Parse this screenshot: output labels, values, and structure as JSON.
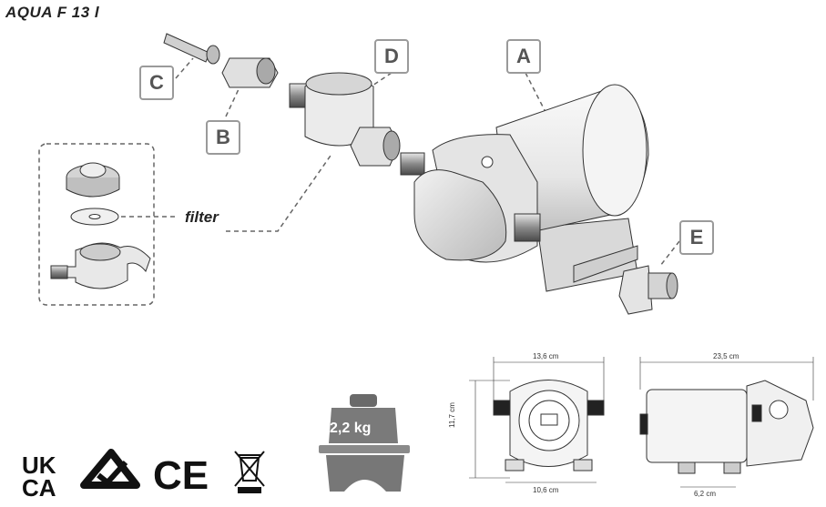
{
  "title": "AQUA F 13 l",
  "labels": {
    "a": "A",
    "b": "B",
    "c": "C",
    "d": "D",
    "e": "E"
  },
  "filter_label": "filter",
  "weight": "2,2 kg",
  "dimensions": {
    "front_width": "13,6 cm",
    "front_height": "11,7 cm",
    "front_base": "10,6 cm",
    "side_length": "23,5 cm",
    "side_base": "6,2 cm"
  },
  "certifications": {
    "ukca": [
      "UK",
      "CA"
    ],
    "ce": "CE"
  }
}
